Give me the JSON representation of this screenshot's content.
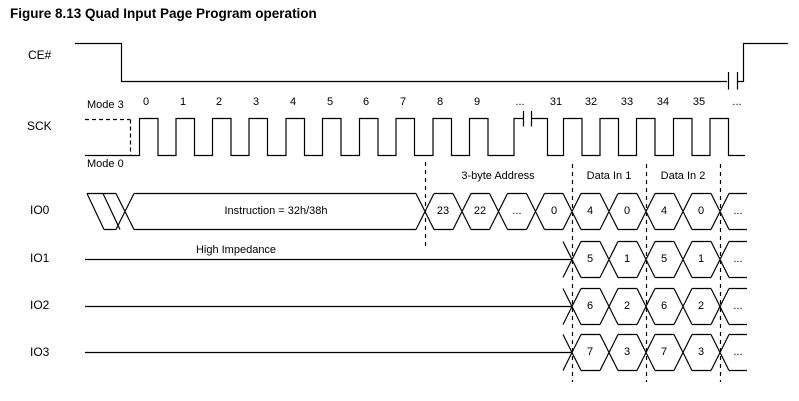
{
  "figure": {
    "title": "Figure 8.13 Quad Input Page Program operation"
  },
  "signals": {
    "ce": {
      "label": "CE#"
    },
    "sck": {
      "label": "SCK",
      "mode3": "Mode 3",
      "mode0": "Mode 0",
      "clock_numbers": [
        "0",
        "1",
        "2",
        "3",
        "4",
        "5",
        "6",
        "7",
        "8",
        "9",
        "...",
        "31",
        "32",
        "33",
        "34",
        "35",
        "..."
      ]
    },
    "io0": {
      "label": "IO0",
      "instruction": "Instruction = 32h/38h",
      "values": [
        "23",
        "22",
        "...",
        "0",
        "4",
        "0",
        "4",
        "0",
        "..."
      ]
    },
    "io1": {
      "label": "IO1",
      "high_impedance": "High Impedance",
      "values": [
        "5",
        "1",
        "5",
        "1",
        "..."
      ]
    },
    "io2": {
      "label": "IO2",
      "values": [
        "6",
        "2",
        "6",
        "2",
        "..."
      ]
    },
    "io3": {
      "label": "IO3",
      "values": [
        "7",
        "3",
        "7",
        "3",
        "..."
      ]
    }
  },
  "phases": {
    "address": "3-byte Address",
    "data_in_1": "Data In 1",
    "data_in_2": "Data In 2"
  },
  "colors": {
    "line": "#000000",
    "background": "#ffffff",
    "text": "#000000"
  }
}
